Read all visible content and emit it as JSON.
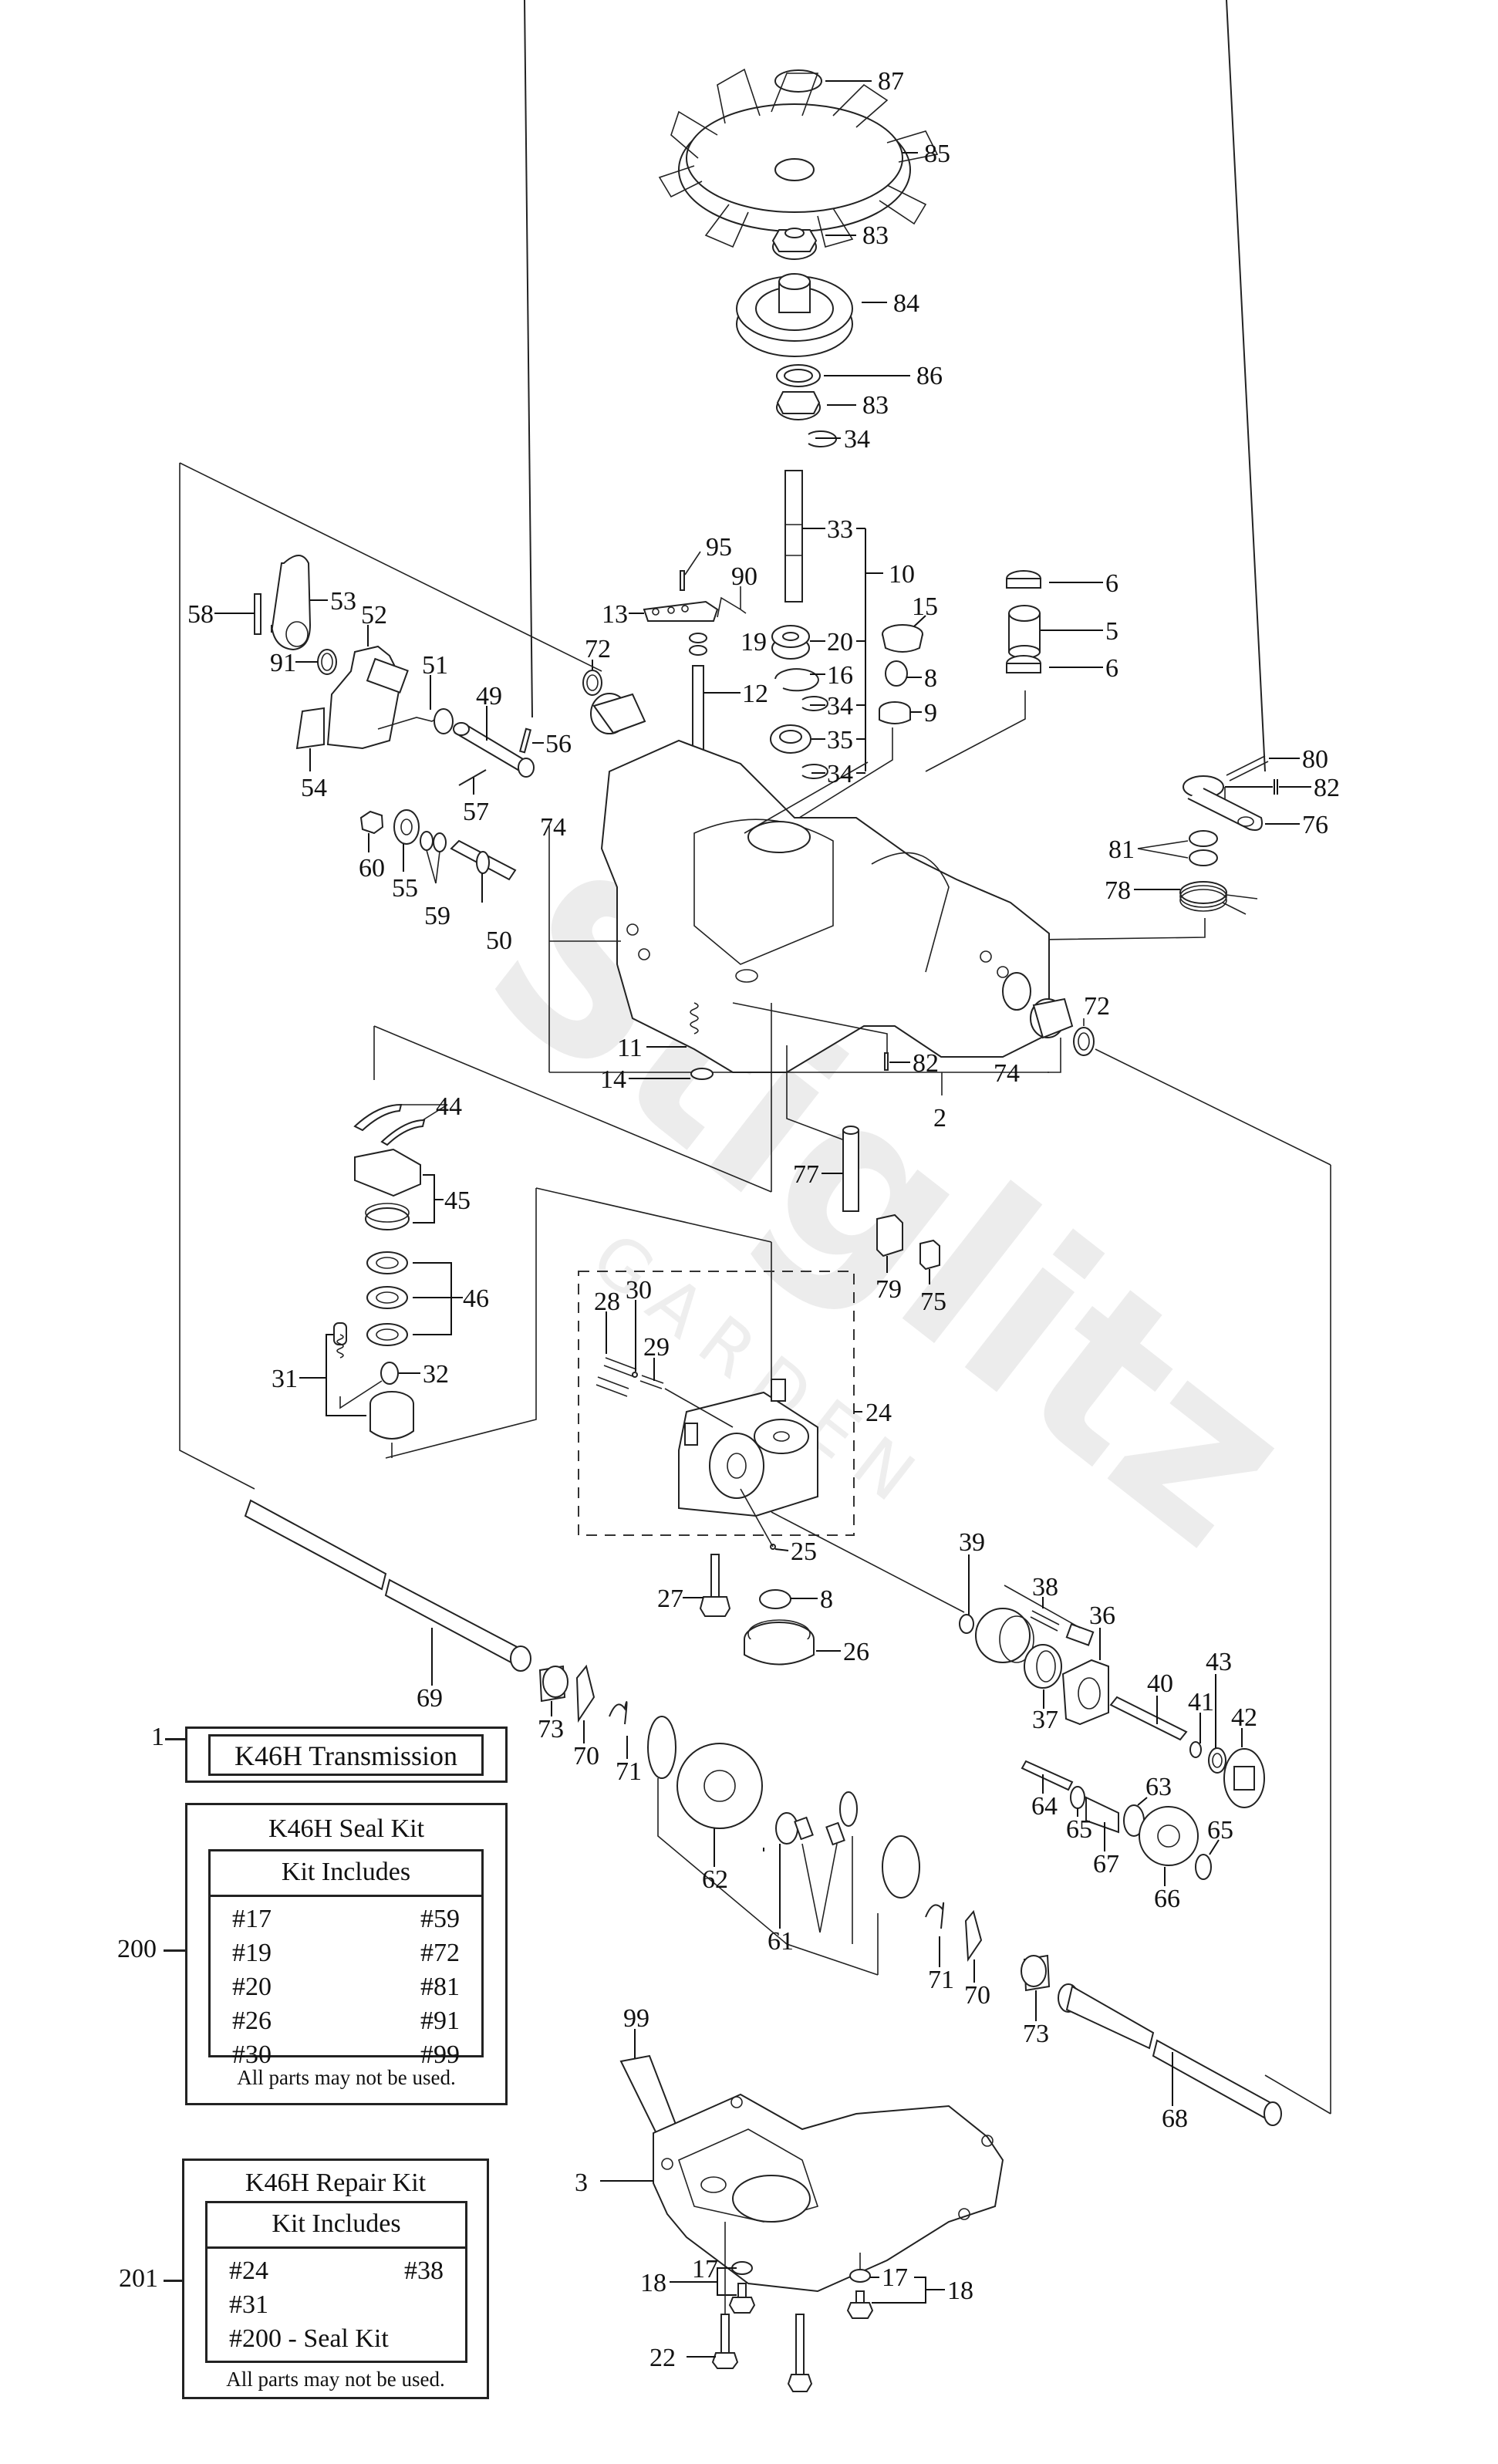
{
  "diagram": {
    "title": "K46H Transmission exploded parts diagram",
    "watermark": {
      "brand": "Stiglitz",
      "sub": "GARDEN"
    },
    "callouts": {
      "p87": "87",
      "p85": "85",
      "p83a": "83",
      "p84": "84",
      "p86": "86",
      "p83b": "83",
      "p34a": "34",
      "p33": "33",
      "p10": "10",
      "p95": "95",
      "p90": "90",
      "p13": "13",
      "p12": "12",
      "p19": "19",
      "p20": "20",
      "p15": "15",
      "p16": "16",
      "p8a": "8",
      "p34b": "34",
      "p9": "9",
      "p35": "35",
      "p34c": "34",
      "p6a": "6",
      "p5": "5",
      "p6b": "6",
      "p58": "58",
      "p53": "53",
      "p52": "52",
      "p91": "91",
      "p51": "51",
      "p49": "49",
      "p56": "56",
      "p54": "54",
      "p57": "57",
      "p72a": "72",
      "p74a": "74",
      "p60": "60",
      "p55": "55",
      "p59": "59",
      "p50": "50",
      "p80": "80",
      "p82a": "82",
      "p76": "76",
      "p81": "81",
      "p78": "78",
      "p11": "11",
      "p14": "14",
      "p82b": "82",
      "p74b": "74",
      "p72b": "72",
      "p2": "2",
      "p44": "44",
      "p45": "45",
      "p46": "46",
      "p31": "31",
      "p32": "32",
      "p77": "77",
      "p79": "79",
      "p75": "75",
      "p28": "28",
      "p30": "30",
      "p29": "29",
      "p24": "24",
      "p25": "25",
      "p27": "27",
      "p8b": "8",
      "p26": "26",
      "p39": "39",
      "p38": "38",
      "p36": "36",
      "p37": "37",
      "p40": "40",
      "p41": "41",
      "p43": "43",
      "p42": "42",
      "p69": "69",
      "p73a": "73",
      "p70a": "70",
      "p71a": "71",
      "p62": "62",
      "p61": "61",
      "p64": "64",
      "p65a": "65",
      "p63": "63",
      "p67": "67",
      "p66": "66",
      "p65b": "65",
      "p99": "99",
      "p71b": "71",
      "p70b": "70",
      "p73b": "73",
      "p68": "68",
      "p3": "3",
      "p18a": "18",
      "p17a": "17",
      "p17b": "17",
      "p18b": "18",
      "p22": "22"
    }
  },
  "kits": {
    "transmission": {
      "ref": "1",
      "title": "K46H Transmission"
    },
    "seal_kit": {
      "ref": "200",
      "title": "K46H Seal Kit",
      "subtitle": "Kit Includes",
      "items_left": [
        "#17",
        "#19",
        "#20",
        "#26",
        "#30"
      ],
      "items_right": [
        "#59",
        "#72",
        "#81",
        "#91",
        "#99"
      ],
      "note": "All parts may not be used."
    },
    "repair_kit": {
      "ref": "201",
      "title": "K46H Repair Kit",
      "subtitle": "Kit Includes",
      "items_left": [
        "#24",
        "#31",
        "#200 - Seal Kit"
      ],
      "items_right": [
        "#38",
        "",
        ""
      ],
      "note": "All parts may not be used."
    }
  }
}
